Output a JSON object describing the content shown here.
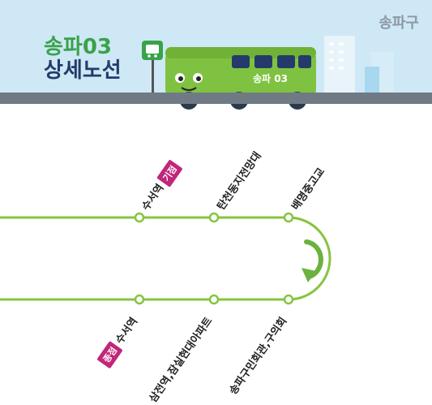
{
  "header": {
    "district": "송파구",
    "title_line1": "송파03",
    "title_line2": "상세노선",
    "bus_label": "송파 03"
  },
  "route": {
    "outbound": [
      {
        "name": "수서역",
        "badge": "기점"
      },
      {
        "name": "탄천동지전망대"
      },
      {
        "name": "배명중고교"
      }
    ],
    "inbound": [
      {
        "name": "수서역",
        "badge": "종점"
      },
      {
        "name": "삼전역,잠실현대아파트"
      },
      {
        "name": "송파구민회관,구의회"
      }
    ]
  },
  "colors": {
    "line": "#86c440",
    "badge": "#c2267a",
    "title_green": "#39a24a",
    "title_navy": "#243a6a",
    "arrow": "#6ab23d"
  },
  "icons": [
    "bus-stop-sign-icon",
    "bus-illustration",
    "u-turn-arrow-icon",
    "building-icon"
  ]
}
